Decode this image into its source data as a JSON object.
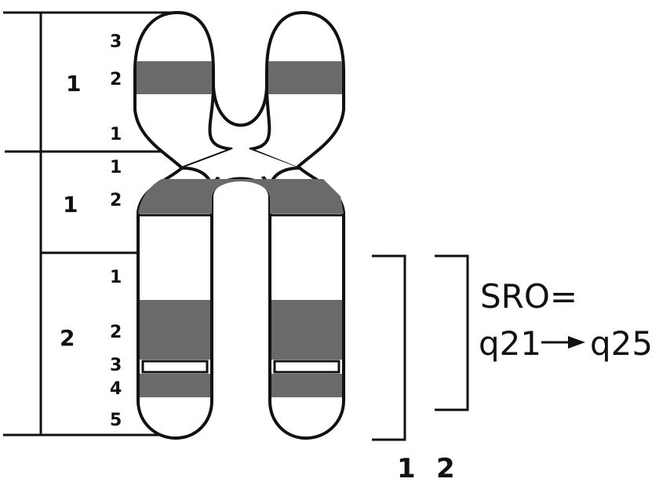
{
  "colors": {
    "ink": "#111111",
    "band_dark": "#6a6a6a",
    "chromatid_fill": "#ffffff"
  },
  "diagram": {
    "short_arm": {
      "region": "1",
      "bands": [
        "3",
        "2",
        "1"
      ]
    },
    "long_arm": {
      "region_1": {
        "label": "1",
        "bands": [
          "1",
          "2"
        ]
      },
      "region_2": {
        "label": "2",
        "bands": [
          "1",
          "2",
          "3",
          "4",
          "5"
        ]
      }
    },
    "sro": {
      "line1": "SRO=",
      "line2_start": "q21",
      "line2_end": "q25"
    },
    "brackets": {
      "label_1": "1",
      "label_2": "2"
    }
  }
}
